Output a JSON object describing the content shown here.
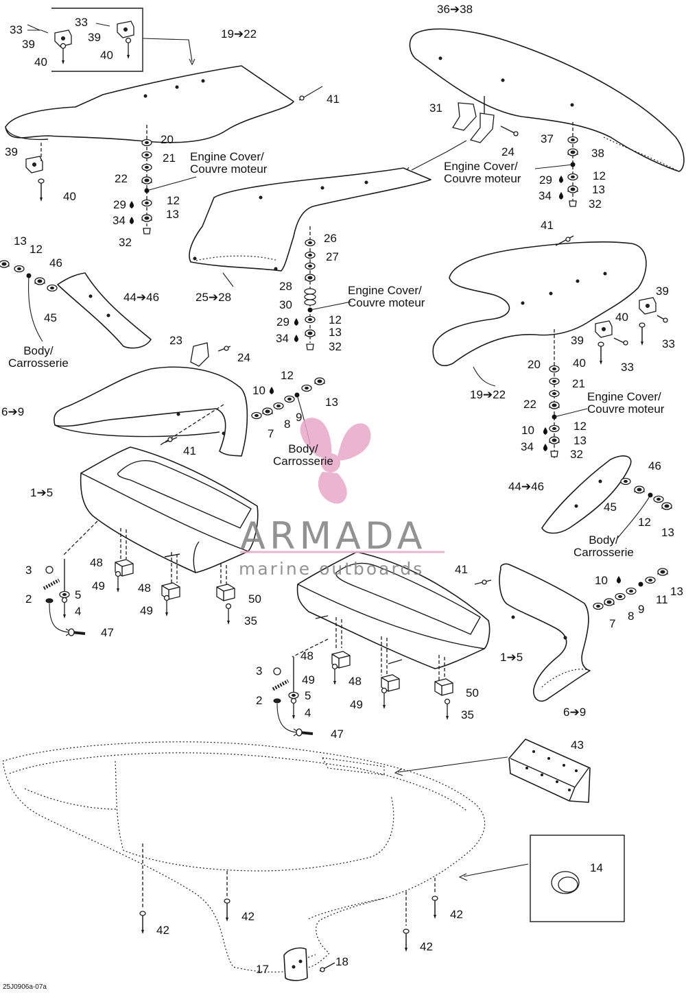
{
  "diagram": {
    "code": "25J0906a-07a",
    "watermark": {
      "brand": "ARMADA",
      "tagline": "marine outboards",
      "color": "#e8a7c8"
    },
    "labels": {
      "l_33a": "33",
      "l_39a": "39",
      "l_40a": "40",
      "l_33b": "33",
      "l_39b": "39",
      "l_40b": "40",
      "l_19_22a": "19➔22",
      "l_41a": "41",
      "l_39c": "39",
      "l_40c": "40",
      "l_20a": "20",
      "l_21a": "21",
      "l_22a": "22",
      "l_29a": "29",
      "l_12a": "12",
      "l_34a": "34",
      "l_13a": "13",
      "l_32a": "32",
      "l_ec1": "Engine Cover/\nCouvre moteur",
      "l_36_38": "36➔38",
      "l_31": "31",
      "l_24a": "24",
      "l_ec2": "Engine Cover/\nCouvre moteur",
      "l_37": "37",
      "l_38": "38",
      "l_29b": "29",
      "l_12b": "12",
      "l_13b": "13",
      "l_34b": "34",
      "l_32b": "32",
      "l_13c": "13",
      "l_12c": "12",
      "l_46a": "46",
      "l_44_46a": "44➔46",
      "l_45a": "45",
      "l_body1": "Body/\nCarrosserie",
      "l_26": "26",
      "l_27": "27",
      "l_28": "28",
      "l_30": "30",
      "l_ec3": "Engine Cover/\nCouvre moteur",
      "l_29c": "29",
      "l_12d": "12",
      "l_34c": "34",
      "l_13d": "13",
      "l_32c": "32",
      "l_25_28": "25➔28",
      "l_41b": "41",
      "l_39d": "39",
      "l_40d": "40",
      "l_33c": "33",
      "l_39e": "39",
      "l_40e": "40",
      "l_33d": "33",
      "l_19_22b": "19➔22",
      "l_20b": "20",
      "l_21b": "21",
      "l_22b": "22",
      "l_ec4": "Engine Cover/\nCouvre moteur",
      "l_12e": "12",
      "l_10a": "10",
      "l_13e": "13",
      "l_34d": "34",
      "l_32d": "32",
      "l_23": "23",
      "l_24b": "24",
      "l_12f": "12",
      "l_10b": "10",
      "l_13f": "13",
      "l_6_9a": "6➔9",
      "l_9a": "9",
      "l_8a": "8",
      "l_7a": "7",
      "l_41c": "41",
      "l_body2": "Body/\nCarrosserie",
      "l_44_46b": "44➔46",
      "l_46b": "46",
      "l_45b": "45",
      "l_12g": "12",
      "l_13g": "13",
      "l_body3": "Body/\nCarrosserie",
      "l_10c": "10",
      "l_13h": "13",
      "l_11": "11",
      "l_9b": "9",
      "l_8b": "8",
      "l_7b": "7",
      "l_1_5a": "1➔5",
      "l_3a": "3",
      "l_2a": "2",
      "l_5a": "5",
      "l_4a": "4",
      "l_48a": "48",
      "l_49a": "49",
      "l_48b": "48",
      "l_49b": "49",
      "l_50a": "50",
      "l_35a": "35",
      "l_47a": "47",
      "l_41d": "41",
      "l_1_5b": "1➔5",
      "l_48c": "48",
      "l_49c": "49",
      "l_48d": "48",
      "l_49d": "49",
      "l_3b": "3",
      "l_2b": "2",
      "l_5b": "5",
      "l_4b": "4",
      "l_50b": "50",
      "l_35b": "35",
      "l_47b": "47",
      "l_6_9b": "6➔9",
      "l_43": "43",
      "l_14": "14",
      "l_42a": "42",
      "l_42b": "42",
      "l_42c": "42",
      "l_42d": "42",
      "l_17": "17",
      "l_18": "18"
    }
  }
}
